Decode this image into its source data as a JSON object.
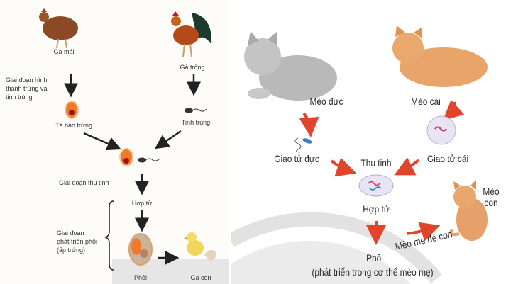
{
  "chicken": {
    "hen": "Gà mái",
    "rooster": "Gà trống",
    "stage_gamete": "Giai đoạn hình thành trứng và tinh trùng",
    "stage_gamete_lines": [
      "Giai đoạn hình",
      "thành trứng và",
      "tinh trùng"
    ],
    "egg_cell": "Tế bào trứng",
    "sperm": "Tinh trùng",
    "stage_fertilization": "Giai đoạn thụ tinh",
    "zygote": "Hợp tử",
    "stage_embryo_lines": [
      "Giai đoạn",
      "phát triển phôi",
      "(ấp trứng)"
    ],
    "embryo": "Phôi",
    "chick": "Gà con"
  },
  "cat": {
    "male": "Mèo đực",
    "female": "Mèo cái",
    "male_gamete": "Giao tử đực",
    "female_gamete": "Giao tử cái",
    "fertilization": "Thụ tinh",
    "zygote": "Hợp tử",
    "embryo": "Phôi",
    "embryo_note": "(phát triển trong cơ thể mèo mẹ)",
    "birth": "Mèo mẹ đẻ con",
    "kitten_lines": [
      "Mèo",
      "con"
    ]
  },
  "colors": {
    "arrow_red": "#e0442a",
    "egg_orange": "#f07a2a",
    "cat_orange": "#e9a46a",
    "cat_gray": "#b9b9b9"
  }
}
